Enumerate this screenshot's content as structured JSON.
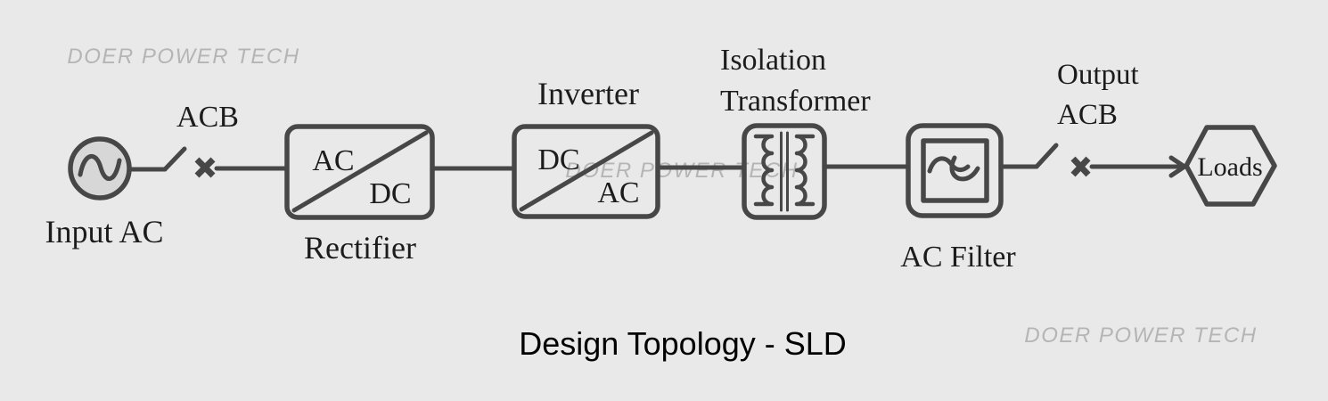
{
  "title": "Design Topology - SLD",
  "watermark": {
    "text": "DOER POWER TECH",
    "color": "#b5b5b5"
  },
  "colors": {
    "background": "#e9e9e9",
    "stroke": "#474747",
    "label": "#1c1c1c",
    "title": "#000000",
    "source_fill": "#d7d7d7"
  },
  "diagram": {
    "source": {
      "label": "Input AC",
      "icon": "ac-sine-source-icon"
    },
    "input_breaker": {
      "label": "ACB",
      "icon": "breaker-switch-icon"
    },
    "rectifier": {
      "label": "Rectifier",
      "corner_top": "AC",
      "corner_bottom": "DC"
    },
    "inverter": {
      "label": "Inverter",
      "corner_top": "DC",
      "corner_bottom": "AC"
    },
    "transformer": {
      "label_line1": "Isolation",
      "label_line2": "Transformer",
      "icon": "transformer-coils-icon"
    },
    "filter": {
      "label": "AC Filter",
      "icon": "sine-wave-icon"
    },
    "output_breaker": {
      "label_line1": "Output",
      "label_line2": "ACB",
      "icon": "breaker-switch-icon"
    },
    "loads": {
      "label": "Loads",
      "icon": "hexagon-node"
    }
  }
}
